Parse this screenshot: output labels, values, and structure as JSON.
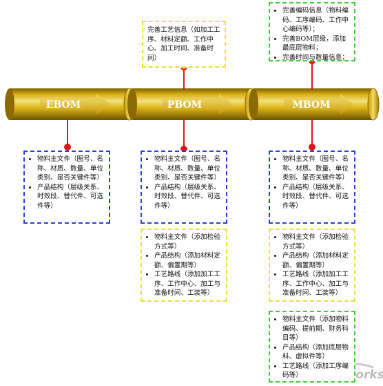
{
  "stages": [
    "EBOM",
    "PBOM",
    "MBOM"
  ],
  "ebom_box": {
    "items": [
      "物料主文件（图号、名称、材质、数量、单位类别、是否关键件等）",
      "产品结构（层级关系、时效段、替代件、可选件等）"
    ]
  },
  "pbom_top_box": {
    "text": "完善工艺信息（如加工工序、材料定额、工作中心、加工时间、准备时间）"
  },
  "pbom_box1": {
    "items": [
      "物料主文件（图号、名称、材质、数量、单位类别、是否关键件等）",
      "产品结构（层级关系、时效段、替代件、可选件等）"
    ]
  },
  "pbom_box2": {
    "items": [
      "物料主文件（添加检验方式等）",
      "产品结构（添加材料定额、偏置期等）",
      "工艺路线（添加加工工序、工作中心、加工与准备时间、工装等）"
    ]
  },
  "mbom_top_box": {
    "items": [
      "完善编码信息（物料编码、工序编码、工作中心编码等）；",
      "完善BOM层级，添加最底层物料；",
      "完善时间与数量信息；"
    ]
  },
  "mbom_box1": {
    "items": [
      "物料主文件（图号、名称、材质、数量、单位类别、是否关键件等）",
      "产品结构（层级关系、时效段、替代件、可选件等）"
    ]
  },
  "mbom_box2": {
    "items": [
      "物料主文件（添加检验方式等）",
      "产品结构（添加材料定额、偏置期等）",
      "工艺路线（添加加工工序、工作中心、加工与准备时间、工装等）"
    ]
  },
  "mbom_box3": {
    "items": [
      "物料主文件（添加物料编码、提前期、财务科目等）",
      "产品结构（添加底层物料、虚拟件等）",
      "工艺路线（添加工序编码等）"
    ]
  },
  "watermark": "e-works",
  "colors": {
    "pipe_dark": "#8a6a00",
    "pipe_mid": "#e0b810",
    "pipe_light": "#f6e48a",
    "connector": "#e1141b",
    "blue_border": "#2a3fd6",
    "yellow_border": "#ece037",
    "green_border": "#3fce35"
  }
}
